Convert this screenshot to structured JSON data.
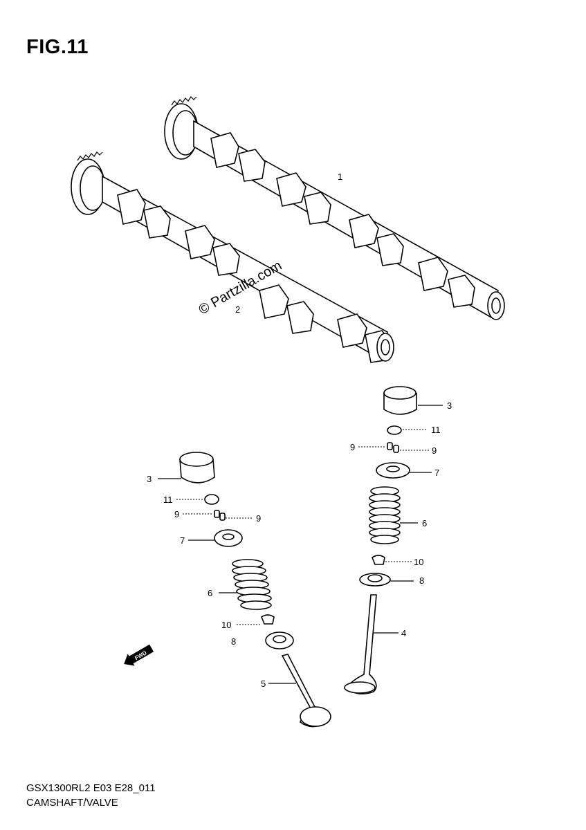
{
  "figure": {
    "title": "FIG.11"
  },
  "watermark": {
    "text": "© Partzilla.com"
  },
  "callouts": {
    "c1": "1",
    "c2": "2",
    "c3_right": "3",
    "c11_right": "11",
    "c9_right_a": "9",
    "c9_right_b": "9",
    "c7_right": "7",
    "c6_right": "6",
    "c10_right": "10",
    "c8_right": "8",
    "c4": "4",
    "c3_left": "3",
    "c11_left": "11",
    "c9_left_a": "9",
    "c9_left_b": "9",
    "c7_left": "7",
    "c6_left": "6",
    "c10_left": "10",
    "c8_left": "8",
    "c5": "5"
  },
  "direction_badge": {
    "text": "FWD"
  },
  "footer": {
    "model_code": "GSX1300RL2 E03 E28_011",
    "section_name": "CAMSHAFT/VALVE"
  }
}
